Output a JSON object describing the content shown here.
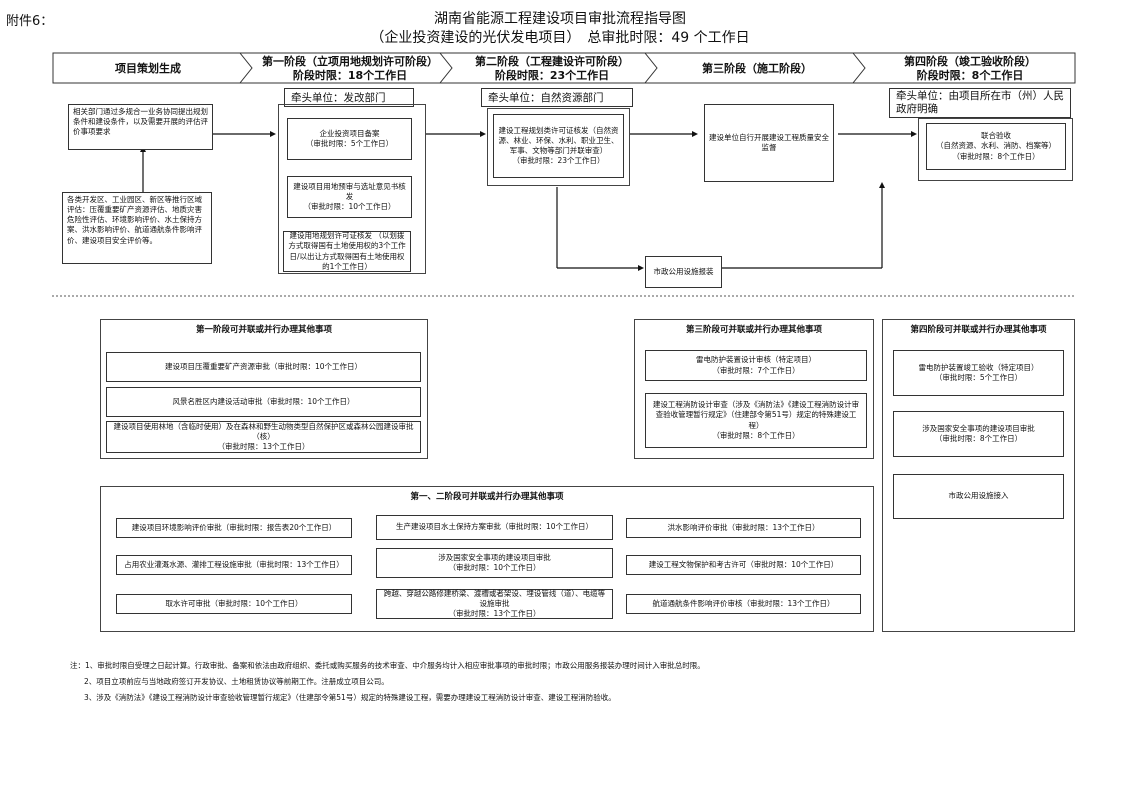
{
  "header": {
    "attachment": "附件6：",
    "title_line1": "湖南省能源工程建设项目审批流程指导图",
    "title_line2": "（企业投资建设的光伏发电项目）　总审批时限：49 个工作日"
  },
  "stages": [
    {
      "name": "项目策划生成",
      "time": ""
    },
    {
      "name": "第一阶段（立项用地规划许可阶段）",
      "time": "阶段时限：18个工作日"
    },
    {
      "name": "第二阶段（工程建设许可阶段）",
      "time": "阶段时限：23个工作日"
    },
    {
      "name": "第三阶段（施工阶段）",
      "time": ""
    },
    {
      "name": "第四阶段（竣工验收阶段）",
      "time": "阶段时限：8个工作日"
    }
  ],
  "lead_units": {
    "stage1": "牵头单位：发改部门",
    "stage2": "牵头单位：自然资源部门",
    "stage4": "牵头单位：由项目所在市（州）人民政府明确"
  },
  "planning": {
    "top_box": "相关部门通过多规合一业务协同提出规划条件和建设条件，以及需要开展的评估评价事项要求",
    "bottom_box": "各类开发区、工业园区、新区等推行区域评估：压覆重要矿产资源评估、地质灾害危险性评估、环境影响评价、水土保持方案、洪水影响评价、航道通航条件影响评价、建设项目安全评价等。"
  },
  "stage1_boxes": [
    {
      "title": "企业投资项目备案",
      "time": "（审批时限：5个工作日）"
    },
    {
      "title": "建设项目用地预审与选址意见书核发",
      "time": "（审批时限：10个工作日）"
    },
    {
      "title": "建设用地规划许可证核发 （以划拨方式取得国有土地使用权的3个工作日/以出让方式取得国有土地使用权的1个工作日）",
      "time": ""
    }
  ],
  "stage2_box": {
    "title": "建设工程规划类许可证核发（自然资源、林业、环保、水利、职业卫生、军事、文物等部门并联审查）",
    "time": "（审批时限：23个工作日）"
  },
  "municipal_report": "市政公用设施报装",
  "stage3_box": "建设单位自行开展建设工程质量安全监督",
  "stage4_box": {
    "title": "联合验收",
    "sub": "（自然资源、水利、消防、档案等）",
    "time": "（审批时限：8个工作日）"
  },
  "panel1": {
    "title": "第一阶段可并联或并行办理其他事项",
    "items": [
      {
        "text": "建设项目压覆重要矿产资源审批（审批时限：10个工作日）",
        "time": ""
      },
      {
        "text": "风景名胜区内建设活动审批（审批时限：10个工作日）",
        "time": ""
      },
      {
        "text": "建设项目使用林地（含临时使用）及在森林和野生动物类型自然保护区或森林公园建设审批（核）",
        "time": "（审批时限：13个工作日）"
      }
    ]
  },
  "panel3": {
    "title": "第三阶段可并联或并行办理其他事项",
    "items": [
      {
        "text": "雷电防护装置设计审核（特定项目）",
        "time": "（审批时限：7个工作日）"
      },
      {
        "text": "建设工程消防设计审查（涉及《消防法》《建设工程消防设计审查验收管理暂行规定》（住建部令第51号）规定的特殊建设工程）",
        "time": "（审批时限：8个工作日）"
      }
    ]
  },
  "panel4": {
    "title": "第四阶段可并联或并行办理其他事项",
    "items": [
      {
        "text": "雷电防护装置竣工验收（特定项目）",
        "time": "（审批时限：5个工作日）"
      },
      {
        "text": "涉及国家安全事项的建设项目审批",
        "time": "（审批时限：8个工作日）"
      },
      {
        "text": "市政公用设施接入",
        "time": ""
      }
    ]
  },
  "panel12": {
    "title": "第一、二阶段可并联或并行办理其他事项",
    "col1": [
      {
        "text": "建设项目环境影响评价审批（审批时限：报告表20个工作日）",
        "time": ""
      },
      {
        "text": "占用农业灌溉水源、灌排工程设施审批（审批时限：13个工作日）",
        "time": ""
      },
      {
        "text": "取水许可审批（审批时限：10个工作日）",
        "time": ""
      }
    ],
    "col2": [
      {
        "text": "生产建设项目水土保持方案审批（审批时限：10个工作日）",
        "time": ""
      },
      {
        "text": "涉及国家安全事项的建设项目审批",
        "time": "（审批时限：10个工作日）"
      },
      {
        "text": "跨越、穿越公路修建桥梁、渡槽或者架设、埋设管线（道）、电缆等设施审批",
        "time": "（审批时限：13个工作日）"
      }
    ],
    "col3": [
      {
        "text": "洪水影响评价审批（审批时限：13个工作日）",
        "time": ""
      },
      {
        "text": "建设工程文物保护和考古许可（审批时限：10个工作日）",
        "time": ""
      },
      {
        "text": "航道通航条件影响评价审核（审批时限：13个工作日）",
        "time": ""
      }
    ]
  },
  "notes": [
    "注：1、审批时限自受理之日起计算。行政审批、备案和依法由政府组织、委托或购买服务的技术审查、中介服务均计入相应审批事项的审批时限；市政公用服务报装办理时间计入审批总时限。",
    "2、项目立项前应与当地政府签订开发协议、土地租赁协议等前期工作。注册成立项目公司。",
    "3、涉及《消防法》《建设工程消防设计审查验收管理暂行规定》（住建部令第51号）规定的特殊建设工程，需要办理建设工程消防设计审查、建设工程消防验收。"
  ]
}
